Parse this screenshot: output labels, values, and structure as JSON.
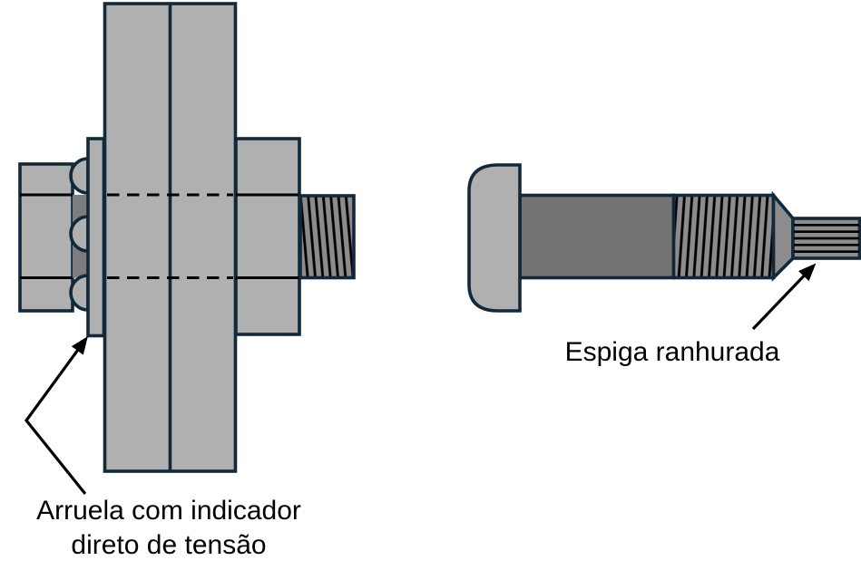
{
  "diagram": {
    "left_figure": {
      "part": "bolted-joint-with-direct-tension-indicator-washer",
      "label_line1": "Arruela com indicador",
      "label_line2": "direto de tensão"
    },
    "right_figure": {
      "part": "tension-control-bolt-with-splined-shank",
      "label": "Espiga ranhurada"
    },
    "parts": [
      "hex-bolt-head",
      "direct-tension-indicator-washer",
      "indicator-bumps",
      "steel-plates",
      "hidden-shank-lines",
      "hex-nut",
      "protruding-threads",
      "dome-bolt-head",
      "bolt-shank",
      "threaded-section",
      "splined-tip"
    ]
  },
  "colors": {
    "outline": "#11293a",
    "light_gray": "#b0b0b0",
    "mid_gray": "#7d7d7d",
    "shank_gray": "#747474",
    "thread_gray": "#8c8c8c",
    "ink": "#000000",
    "background": "#ffffff"
  }
}
